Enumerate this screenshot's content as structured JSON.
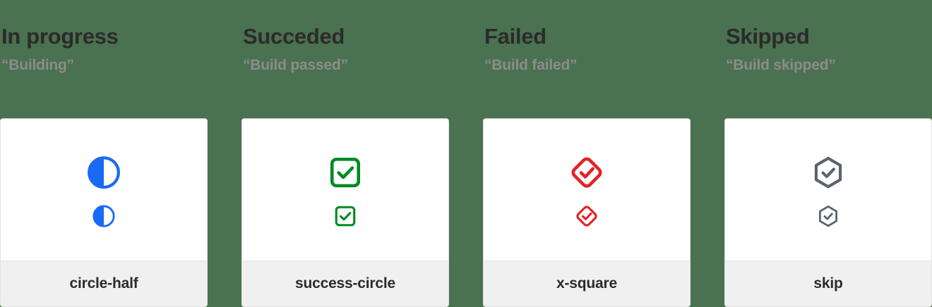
{
  "background_color": "#4a7150",
  "columns": [
    {
      "title": "In progress",
      "caption": "“Building”",
      "icon_name": "circle-half",
      "icon_label": "circle-half",
      "icon_color": "#1a6af5",
      "icon_shape": "circle-half-filled"
    },
    {
      "title": "Succeded",
      "caption": "“Build passed”",
      "icon_name": "success-circle",
      "icon_label": "success-circle",
      "icon_color": "#008a24",
      "icon_shape": "rounded-square-check"
    },
    {
      "title": "Failed",
      "caption": "“Build failed”",
      "icon_name": "x-square",
      "icon_label": "x-square",
      "icon_color": "#e32227",
      "icon_shape": "diamond-check"
    },
    {
      "title": "Skipped",
      "caption": "“Build skipped”",
      "icon_name": "skip",
      "icon_label": "skip",
      "icon_color": "#5c6370",
      "icon_shape": "hexagon-check"
    }
  ]
}
